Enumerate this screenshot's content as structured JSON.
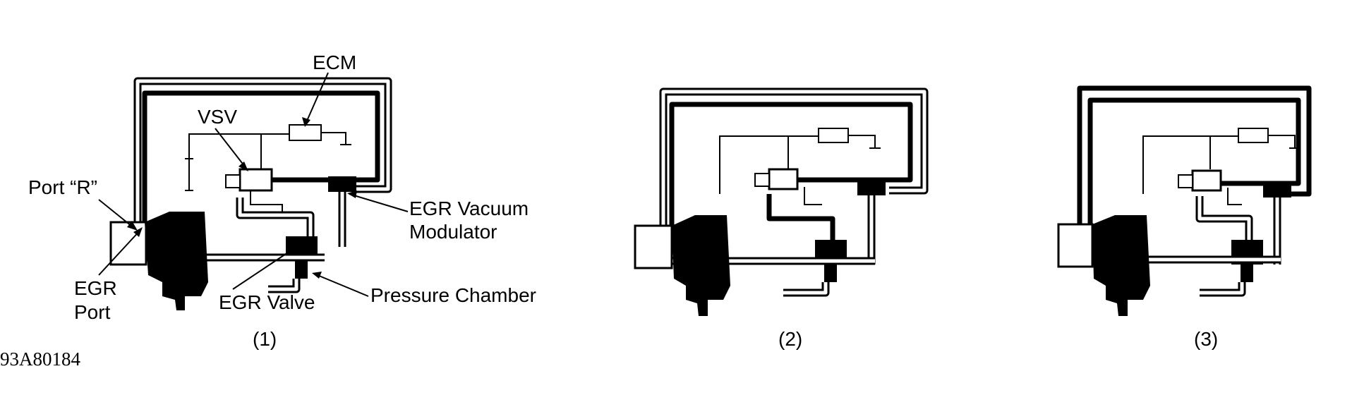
{
  "labels": {
    "ecm": "ECM",
    "vsv": "VSV",
    "port_r": "Port “R”",
    "egr_vacuum_modulator_line1": "EGR Vacuum",
    "egr_vacuum_modulator_line2": "Modulator",
    "egr_port_line1": "EGR",
    "egr_port_line2": "Port",
    "egr_valve": "EGR Valve",
    "pressure_chamber": "Pressure Chamber"
  },
  "panel_captions": [
    "(1)",
    "(2)",
    "(3)"
  ],
  "figure_code": "93A80184"
}
